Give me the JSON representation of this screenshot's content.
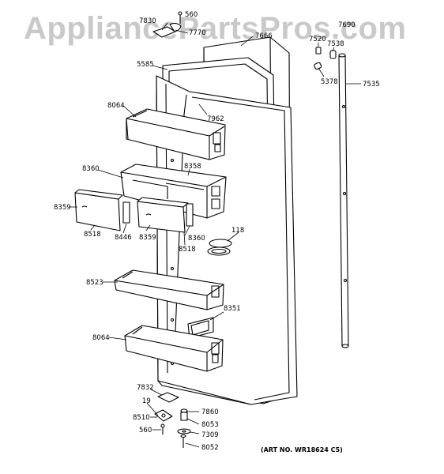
{
  "watermark": "AppliancePartsPros.com",
  "art_number": "(ART NO. WR18624 C5)",
  "callouts": [
    {
      "id": "560-top",
      "text": "560"
    },
    {
      "id": "7830",
      "text": "7830"
    },
    {
      "id": "7770",
      "text": "7770"
    },
    {
      "id": "7666",
      "text": "7666"
    },
    {
      "id": "7520",
      "text": "7520"
    },
    {
      "id": "7690",
      "text": "7690"
    },
    {
      "id": "7538",
      "text": "7538"
    },
    {
      "id": "5378",
      "text": "5378"
    },
    {
      "id": "7535",
      "text": "7535"
    },
    {
      "id": "5585",
      "text": "5585"
    },
    {
      "id": "8064-top",
      "text": "8064"
    },
    {
      "id": "7962",
      "text": "7962"
    },
    {
      "id": "8360-left",
      "text": "8360"
    },
    {
      "id": "8358",
      "text": "8358"
    },
    {
      "id": "8359-left",
      "text": "8359"
    },
    {
      "id": "8518-left",
      "text": "8518"
    },
    {
      "id": "8446",
      "text": "8446"
    },
    {
      "id": "8359-mid",
      "text": "8359"
    },
    {
      "id": "8360-mid",
      "text": "8360"
    },
    {
      "id": "8518-mid",
      "text": "8518"
    },
    {
      "id": "118",
      "text": "118"
    },
    {
      "id": "8523",
      "text": "8523"
    },
    {
      "id": "8351",
      "text": "8351"
    },
    {
      "id": "8064-bottom",
      "text": "8064"
    },
    {
      "id": "7832",
      "text": "7832"
    },
    {
      "id": "19",
      "text": "19"
    },
    {
      "id": "7860",
      "text": "7860"
    },
    {
      "id": "8510",
      "text": "8510"
    },
    {
      "id": "8053",
      "text": "8053"
    },
    {
      "id": "560-bottom",
      "text": "560"
    },
    {
      "id": "7309",
      "text": "7309"
    },
    {
      "id": "8052",
      "text": "8052"
    }
  ]
}
